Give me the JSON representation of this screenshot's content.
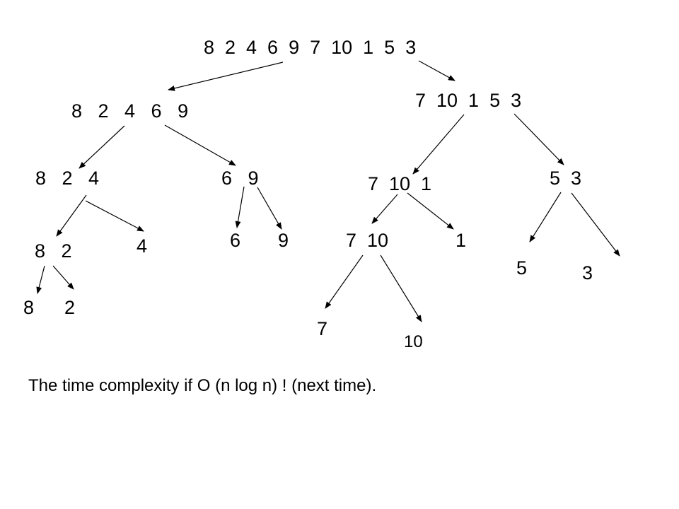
{
  "diagram": {
    "nodes": [
      {
        "id": "n-root",
        "label": "8  2  4  6  9  7  10  1  5  3"
      },
      {
        "id": "n-left",
        "label": "8   2   4   6   9"
      },
      {
        "id": "n-right",
        "label": "7  10  1  5  3"
      },
      {
        "id": "n-824",
        "label": "8   2   4"
      },
      {
        "id": "n-69",
        "label": "6   9"
      },
      {
        "id": "n-7101",
        "label": "7  10  1"
      },
      {
        "id": "n-53",
        "label": "5  3"
      },
      {
        "id": "n-82",
        "label": "8   2"
      },
      {
        "id": "n-4",
        "label": "4"
      },
      {
        "id": "n-6",
        "label": "6"
      },
      {
        "id": "n-9",
        "label": "9"
      },
      {
        "id": "n-710",
        "label": "7  10"
      },
      {
        "id": "n-1",
        "label": "1"
      },
      {
        "id": "n-5",
        "label": "5"
      },
      {
        "id": "n-3",
        "label": "3"
      },
      {
        "id": "n-8leaf",
        "label": "8"
      },
      {
        "id": "n-2leaf",
        "label": "2"
      },
      {
        "id": "n-7",
        "label": "7"
      },
      {
        "id": "n-10",
        "label": "10"
      }
    ],
    "edges": [
      {
        "from": "n-root",
        "to": "n-left"
      },
      {
        "from": "n-root",
        "to": "n-right"
      },
      {
        "from": "n-left",
        "to": "n-824"
      },
      {
        "from": "n-left",
        "to": "n-69"
      },
      {
        "from": "n-right",
        "to": "n-7101"
      },
      {
        "from": "n-right",
        "to": "n-53"
      },
      {
        "from": "n-824",
        "to": "n-82"
      },
      {
        "from": "n-824",
        "to": "n-4"
      },
      {
        "from": "n-69",
        "to": "n-6"
      },
      {
        "from": "n-69",
        "to": "n-9"
      },
      {
        "from": "n-7101",
        "to": "n-710"
      },
      {
        "from": "n-7101",
        "to": "n-1"
      },
      {
        "from": "n-53",
        "to": "n-5"
      },
      {
        "from": "n-53",
        "to": "n-3"
      },
      {
        "from": "n-82",
        "to": "n-8leaf"
      },
      {
        "from": "n-82",
        "to": "n-2leaf"
      },
      {
        "from": "n-710",
        "to": "n-7"
      },
      {
        "from": "n-710",
        "to": "n-10"
      }
    ]
  },
  "caption": "The time complexity if O (n log n) ! (next time)."
}
